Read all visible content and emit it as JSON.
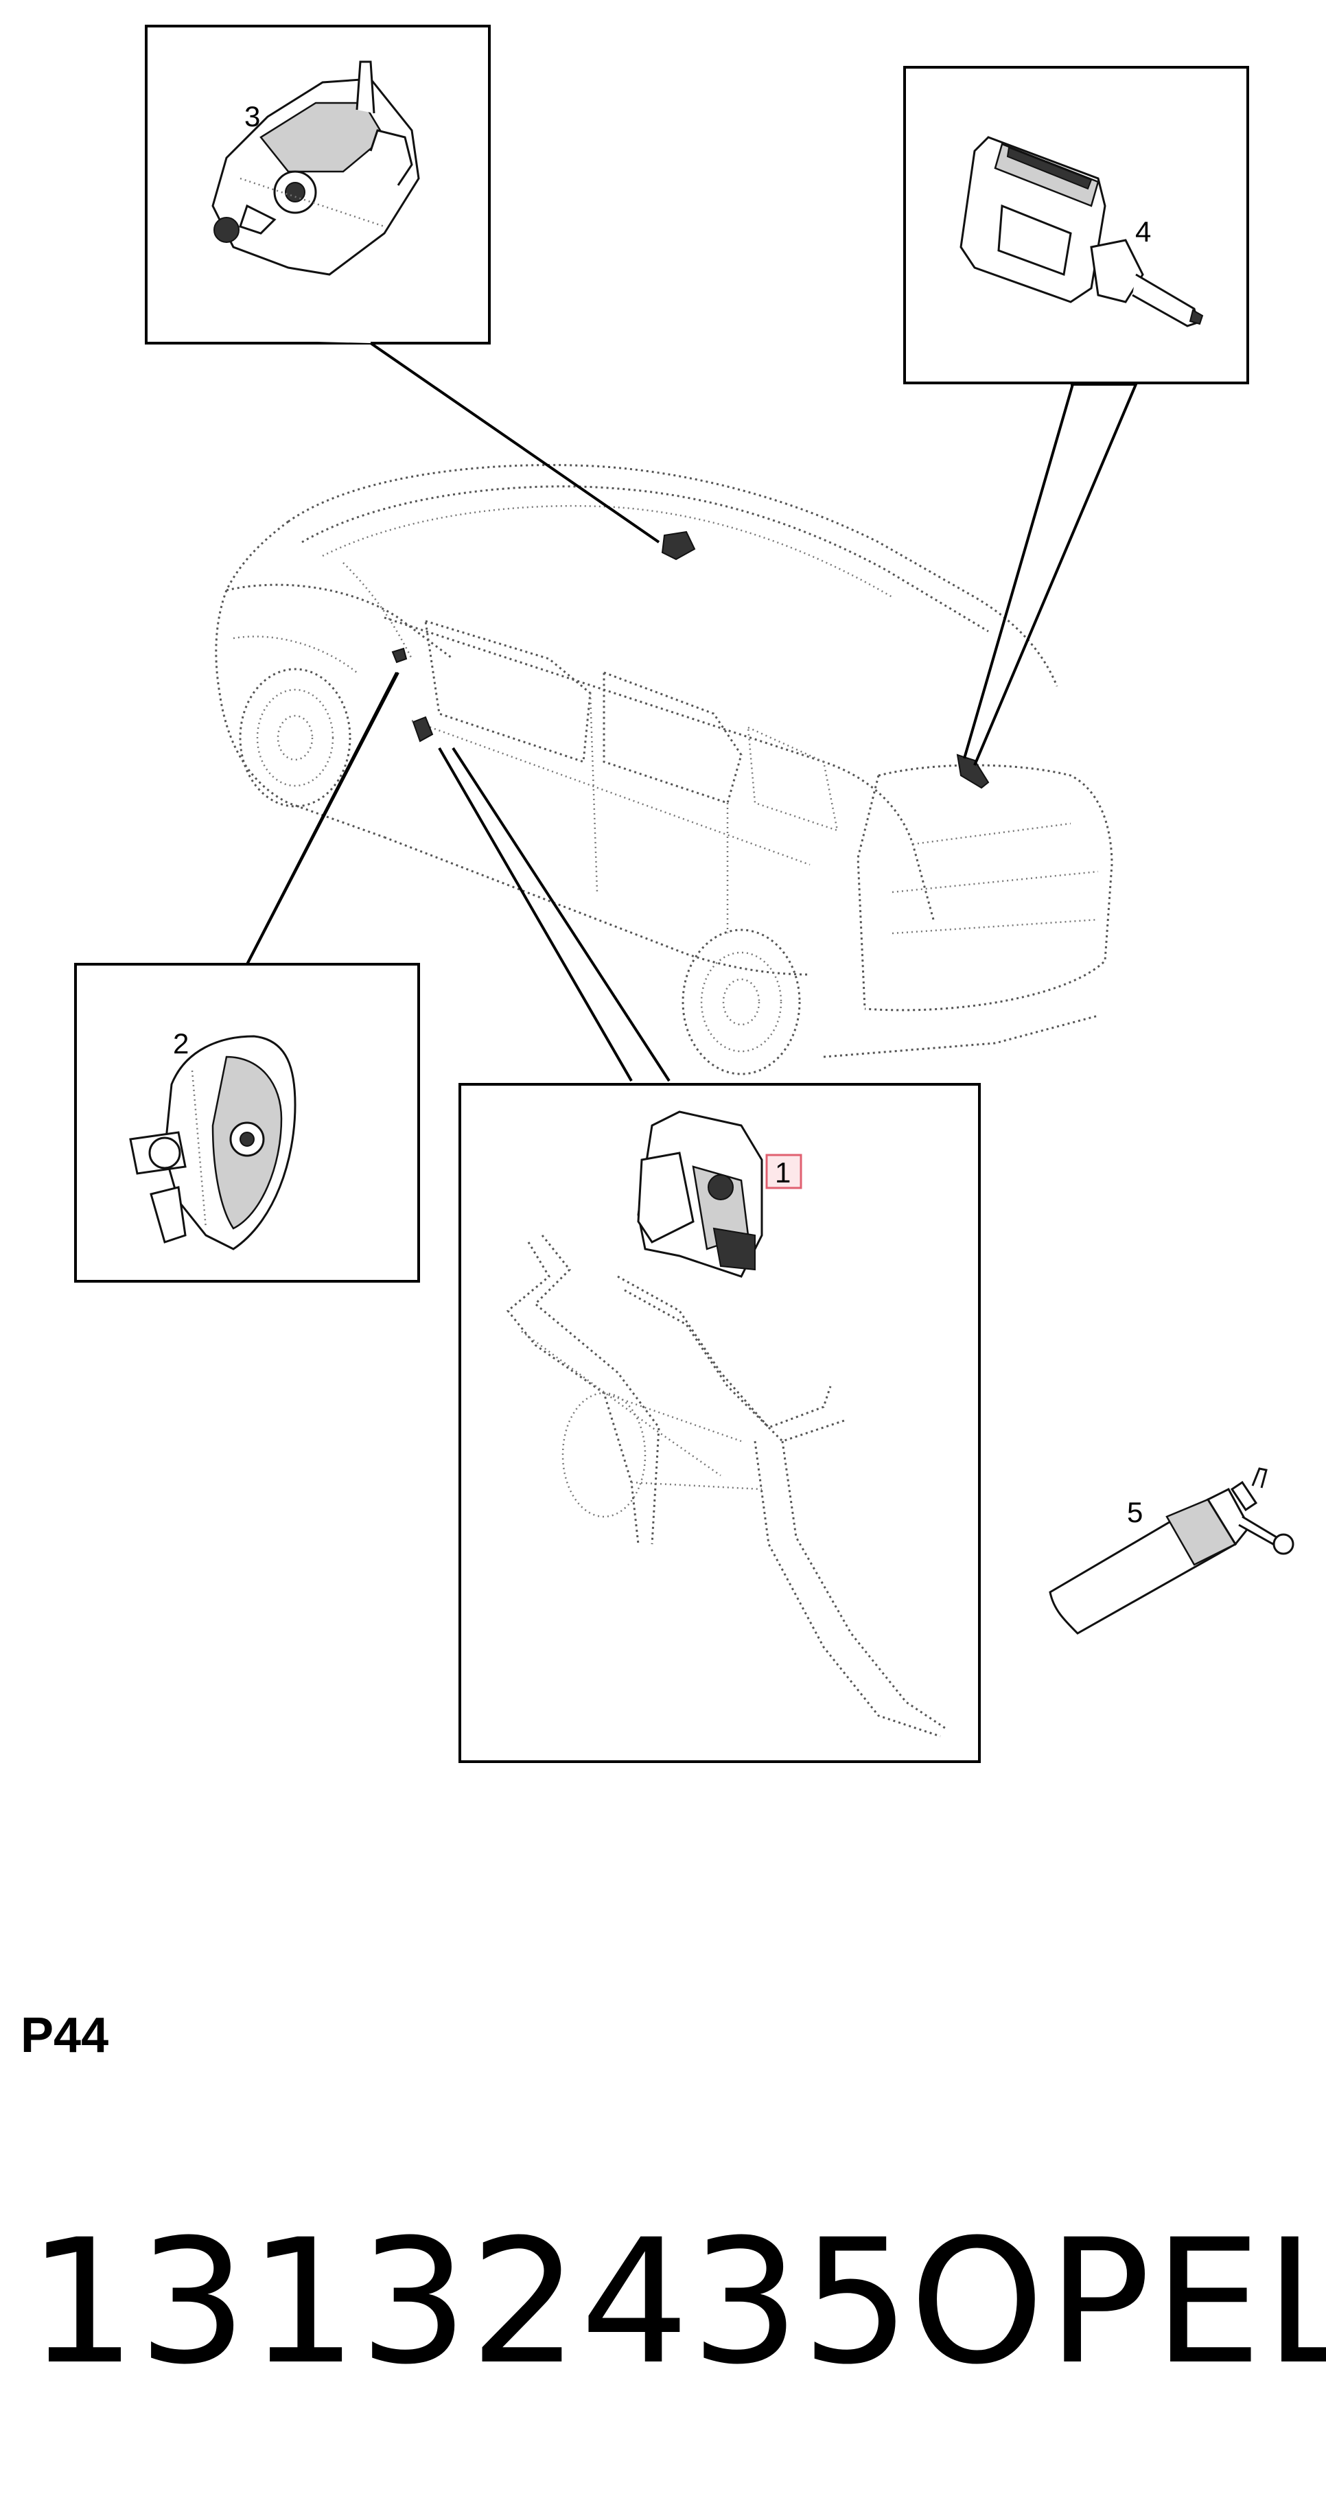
{
  "callouts": {
    "c1": "1",
    "c2": "2",
    "c3": "3",
    "c4": "4",
    "c5": "5"
  },
  "colors": {
    "highlight_fill": "#fde8ea",
    "highlight_stroke": "#e06070"
  },
  "page_code": "P44",
  "part_number": "13132435",
  "brand": "OPEL"
}
